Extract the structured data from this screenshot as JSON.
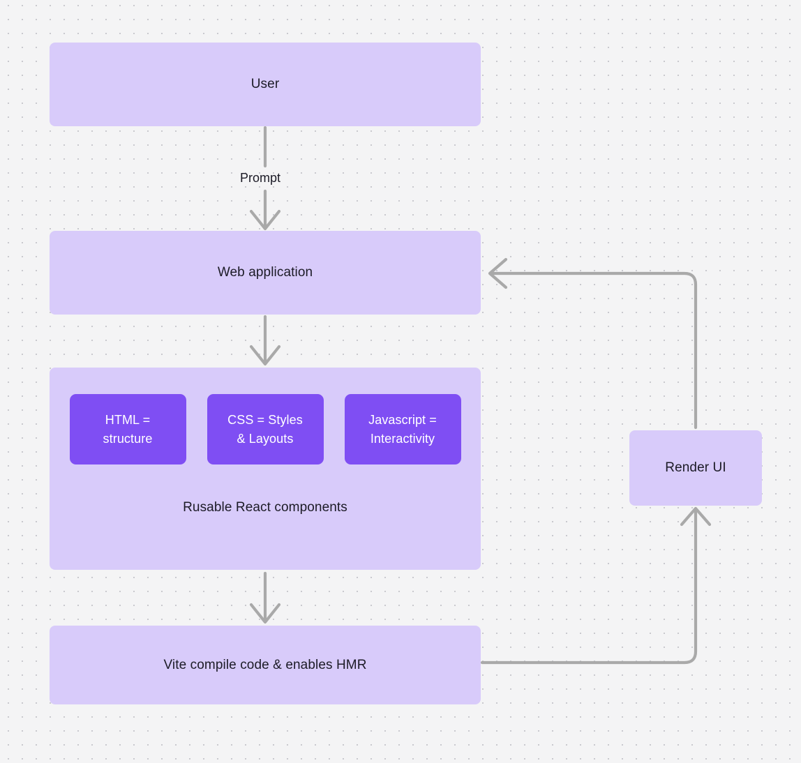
{
  "diagram": {
    "background_color": "#f4f4f5",
    "dot_color": "#c9c9ce",
    "node_fill_lavender": "#d8cbfa",
    "node_fill_violet": "#7f4ef3",
    "edge_color": "#a9a9a9",
    "text_color": "#1c1b26",
    "nodes": {
      "user": "User",
      "webapp": "Web application",
      "components_caption": "Rusable React components",
      "vite": "Vite compile code & enables HMR",
      "render": "Render UI"
    },
    "subnodes": [
      {
        "label": "HTML =\nstructure"
      },
      {
        "label": "CSS = Styles\n& Layouts"
      },
      {
        "label": "Javascript =\nInteractivity"
      }
    ],
    "edges": [
      {
        "id": "user-to-webapp",
        "label": "Prompt"
      },
      {
        "id": "webapp-to-components",
        "label": ""
      },
      {
        "id": "components-to-vite",
        "label": ""
      },
      {
        "id": "vite-to-render",
        "label": ""
      },
      {
        "id": "render-to-webapp",
        "label": ""
      }
    ]
  }
}
